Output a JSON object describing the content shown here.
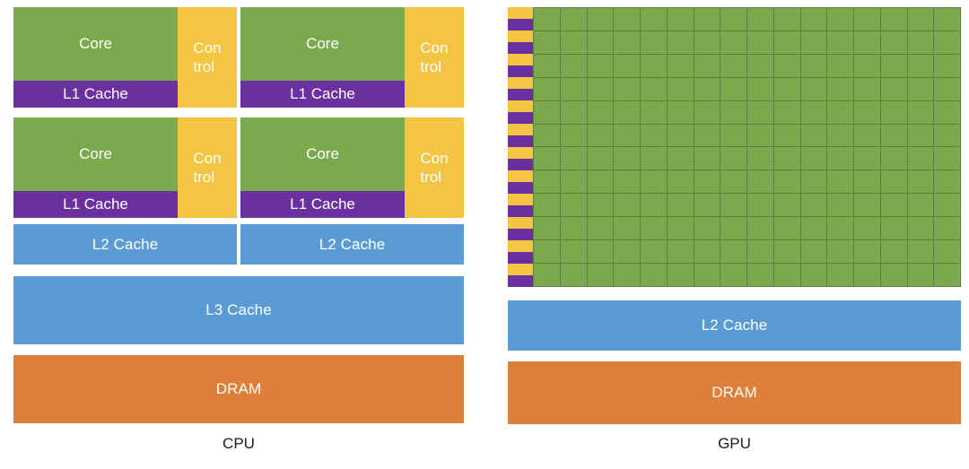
{
  "diagram": {
    "title": "CPU versus GPU architecture block diagram",
    "colors": {
      "core_green": "#7BA94E",
      "cache_purple": "#6A30A0",
      "control_yellow": "#F4C542",
      "cache_blue": "#5B9BD5",
      "dram_orange": "#DE7F3C",
      "grid_line": "#5f7f3a",
      "label_text": "#ffffff",
      "caption_text": "#1c1c1c",
      "background": "#ffffff"
    }
  },
  "cpu": {
    "caption": "CPU",
    "cores": [
      {
        "core_label": "Core",
        "control_label": "Con\ntrol",
        "l1_label": "L1 Cache"
      },
      {
        "core_label": "Core",
        "control_label": "Con\ntrol",
        "l1_label": "L1 Cache"
      },
      {
        "core_label": "Core",
        "control_label": "Con\ntrol",
        "l1_label": "L1 Cache"
      },
      {
        "core_label": "Core",
        "control_label": "Con\ntrol",
        "l1_label": "L1 Cache"
      }
    ],
    "l2_caches": [
      {
        "label": "L2 Cache"
      },
      {
        "label": "L2 Cache"
      }
    ],
    "l3_cache": {
      "label": "L3 Cache"
    },
    "dram": {
      "label": "DRAM"
    }
  },
  "gpu": {
    "caption": "GPU",
    "core_grid": {
      "rows": 12,
      "columns": 16,
      "cell_color": "#7BA94E",
      "line_color": "#5f7f3a"
    },
    "control_cache_column": {
      "pair_count": 12,
      "strip_order": [
        "control",
        "l1-cache"
      ],
      "control_color": "#F4C542",
      "cache_color": "#6A30A0"
    },
    "l2_cache": {
      "label": "L2 Cache"
    },
    "dram": {
      "label": "DRAM"
    }
  }
}
